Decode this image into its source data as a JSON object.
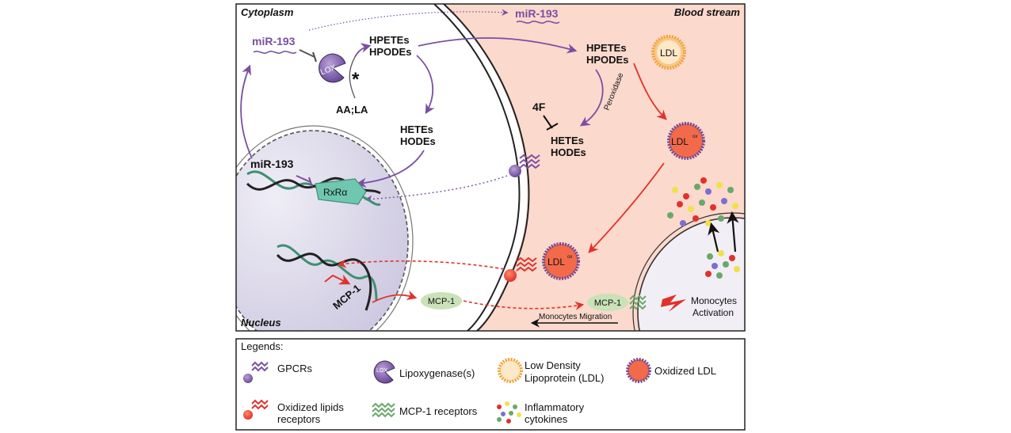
{
  "regions": {
    "cytoplasm": "Cytoplasm",
    "blood_stream": "Blood stream",
    "nucleus": "Nucleus"
  },
  "molecules": {
    "mir193_cyto": "miR-193",
    "mir193_blood": "miR-193",
    "mir193_nucleus": "miR-193",
    "lox": "LOX",
    "substrate": "AA;LA",
    "hpetes_cyto": "HPETEs",
    "hpodes_cyto": "HPODEs",
    "hetes_cyto": "HETEs",
    "hodes_cyto": "HODEs",
    "hpetes_blood": "HPETEs",
    "hpodes_blood": "HPODEs",
    "hetes_blood": "HETEs",
    "hodes_blood": "HODEs",
    "peroxidase": "Peroxidase",
    "inhibitor_4f": "4F",
    "rxr": "RxRα",
    "mcp1_gene": "MCP-1",
    "mcp1_cyto": "MCP-1",
    "mcp1_receptor": "MCP-1",
    "ldl": "LDL",
    "ldl_ox_1": "LDL",
    "ldl_ox_2": "LDL",
    "ox_superscript": "ox",
    "star": "*"
  },
  "cell_labels": {
    "monocytes_activation_line1": "Monocytes",
    "monocytes_activation_line2": "Activation",
    "monocytes_migration": "Monocytes Migration"
  },
  "legend": {
    "title": "Legends:",
    "items": [
      {
        "icon": "gpcr-icon",
        "label": "GPCRs"
      },
      {
        "icon": "lipoxygenase-icon",
        "label": "Lipoxygenase(s)",
        "icon_text": "LOX"
      },
      {
        "icon": "ldl-icon",
        "label_line1": "Low Density",
        "label_line2": "Lipoprotein (LDL)"
      },
      {
        "icon": "oxidized-ldl-icon",
        "label": "Oxidized LDL"
      },
      {
        "icon": "oxidized-lipids-receptor-icon",
        "label_line1": "Oxidized lipids",
        "label_line2": "receptors"
      },
      {
        "icon": "mcp1-receptor-icon",
        "label": "MCP-1 receptors"
      },
      {
        "icon": "cytokines-icon",
        "label_line1": "Inflammatory",
        "label_line2": "cytokines"
      }
    ]
  },
  "colors": {
    "purple": "#7a4fa3",
    "red": "#e0322b",
    "blood_bg": "#fbd9cc",
    "nucleus_bg": "#d6d2e6",
    "teal": "#5fbfa6",
    "green": "#6aa86a",
    "orange": "#f0a23a"
  }
}
